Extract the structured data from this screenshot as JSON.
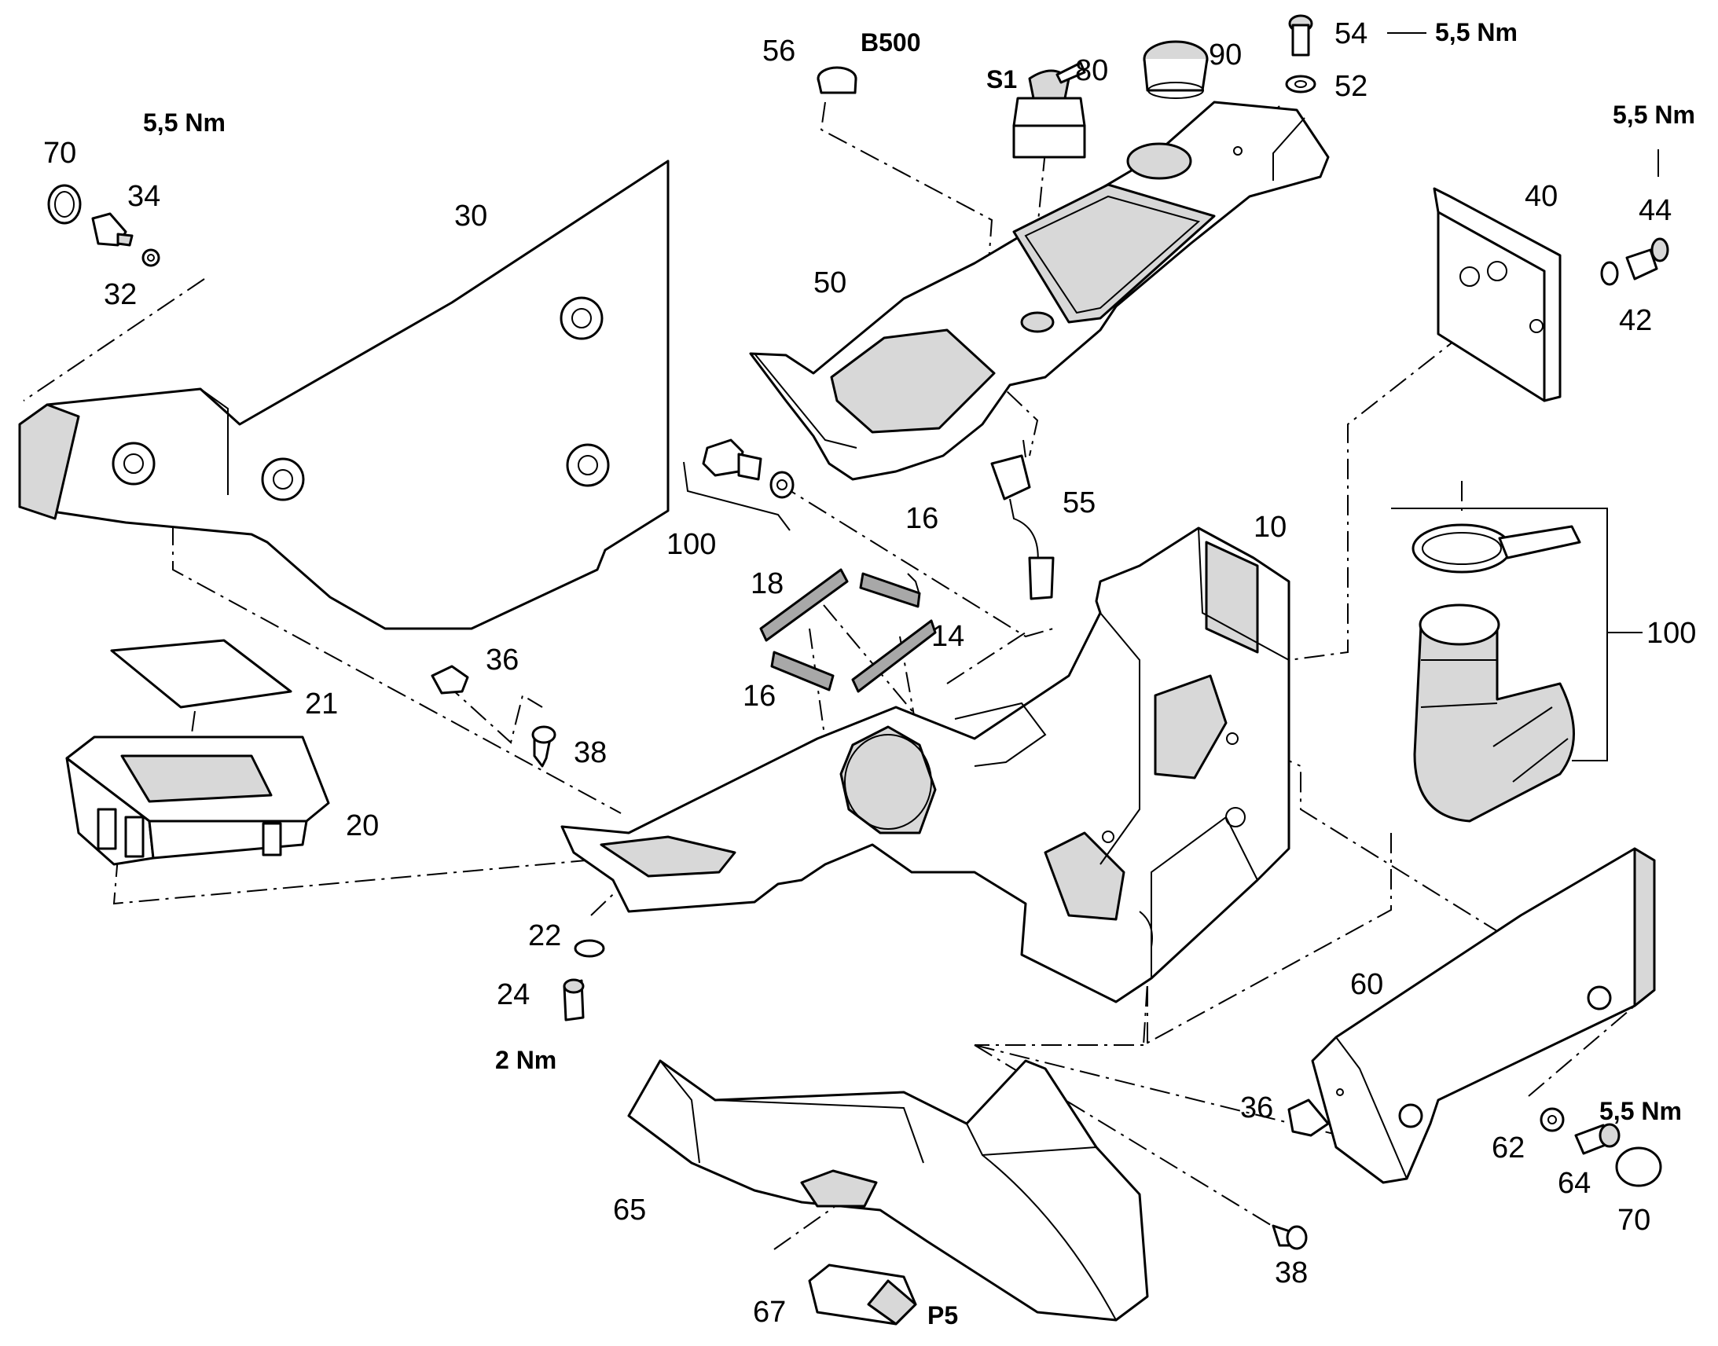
{
  "labels": {
    "l10": "10",
    "l14": "14",
    "l16a": "16",
    "l16b": "16",
    "l18": "18",
    "l20": "20",
    "l21": "21",
    "l22": "22",
    "l24": "24",
    "l30": "30",
    "l32": "32",
    "l34": "34",
    "l36a": "36",
    "l36b": "36",
    "l38a": "38",
    "l38b": "38",
    "l40": "40",
    "l42": "42",
    "l44": "44",
    "l50": "50",
    "l52": "52",
    "l54": "54",
    "l55": "55",
    "l56": "56",
    "l60": "60",
    "l62": "62",
    "l64": "64",
    "l65": "65",
    "l67": "67",
    "l70a": "70",
    "l70b": "70",
    "l80": "80",
    "l90": "90",
    "l100a": "100",
    "l100b": "100"
  },
  "annotations": {
    "torque_34": "5,5 Nm",
    "torque_44": "5,5 Nm",
    "torque_54": "5,5 Nm",
    "torque_64": "5,5 Nm",
    "torque_24": "2 Nm",
    "code_b500": "B500",
    "code_s1": "S1",
    "code_p5": "P5"
  }
}
